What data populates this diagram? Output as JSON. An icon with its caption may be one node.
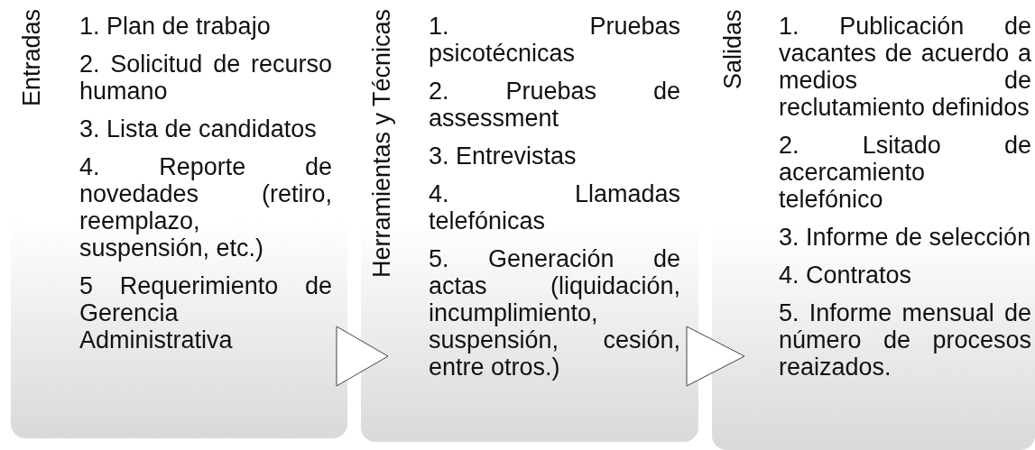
{
  "diagram": {
    "nodes": [
      {
        "text": [
          "Entradas",
          "1. Plan de trabajo",
          "2. Solicitud de recurso humano",
          "3. Lista de candidatos",
          "4. Reporte de novedades (retiro, reemplazo, suspensión, etc.)",
          "5 Requerimiento de Gerencia Administrativa"
        ]
      },
      {
        "text": [
          "Herramientas y Técnicas",
          "1. Pruebas psicotécnicas",
          "2. Pruebas de assessment",
          "3. Entrevistas",
          "4. Llamadas telefónicas",
          "5. Generación de actas (liquidación, incumplimiento, suspensión, cesión, entre otros.)"
        ]
      },
      {
        "text": [
          "Salidas",
          "1. Publicación de vacantes de acuerdo a medios de reclutamiento definidos",
          "2. Lsitado de acercamiento telefónico",
          "3. Informe de selección",
          "4. Contratos",
          "5. Informe mensual de número de procesos reaizados."
        ]
      }
    ],
    "edges": [
      {
        "from": 0,
        "to": 1,
        "arrow": "to"
      },
      {
        "from": 1,
        "to": 2,
        "arrow": "to"
      }
    ]
  }
}
